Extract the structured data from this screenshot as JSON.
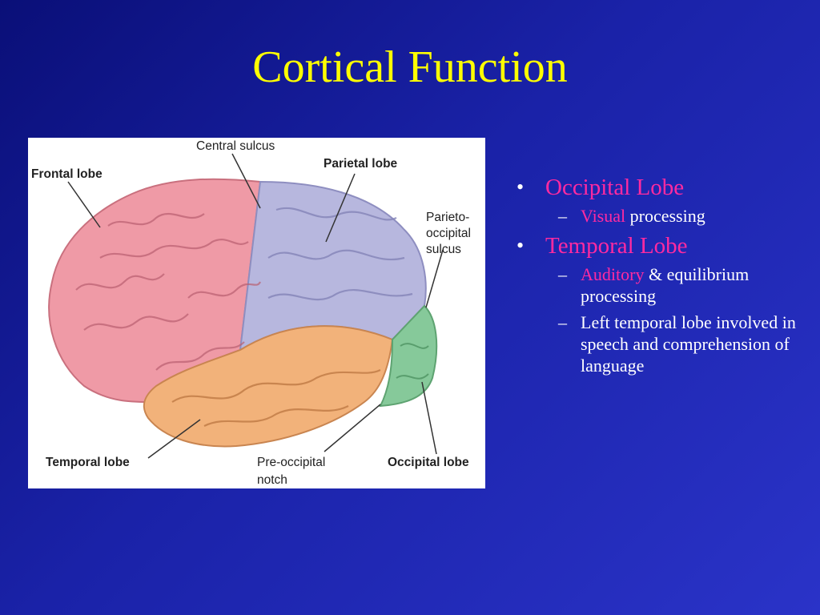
{
  "slide": {
    "title": "Cortical Function"
  },
  "figure": {
    "labels": {
      "central_sulcus": "Central sulcus",
      "frontal_lobe": "Frontal lobe",
      "parietal_lobe": "Parietal lobe",
      "parieto_occipital_1": "Parieto-",
      "parieto_occipital_2": "occipital",
      "parieto_occipital_3": "sulcus",
      "temporal_lobe": "Temporal lobe",
      "pre_occipital_1": "Pre-occipital",
      "pre_occipital_2": "notch",
      "occipital_lobe": "Occipital lobe"
    },
    "colors": {
      "frontal": "#ef9aa6",
      "parietal": "#b7b7de",
      "temporal": "#f2b27a",
      "occipital": "#86c99a"
    }
  },
  "bullets": [
    {
      "heading": "Occipital Lobe",
      "subs": [
        {
          "highlight": "Visual",
          "text": " processing"
        }
      ]
    },
    {
      "heading": "Temporal Lobe",
      "subs": [
        {
          "highlight": "Auditory",
          "text": " & equilibrium processing"
        },
        {
          "highlight": "",
          "text": "Left temporal lobe involved in speech and comprehension of language"
        }
      ]
    }
  ],
  "colors": {
    "title": "#ffff00",
    "highlight": "#ff2aa0",
    "text": "#ffffff"
  }
}
